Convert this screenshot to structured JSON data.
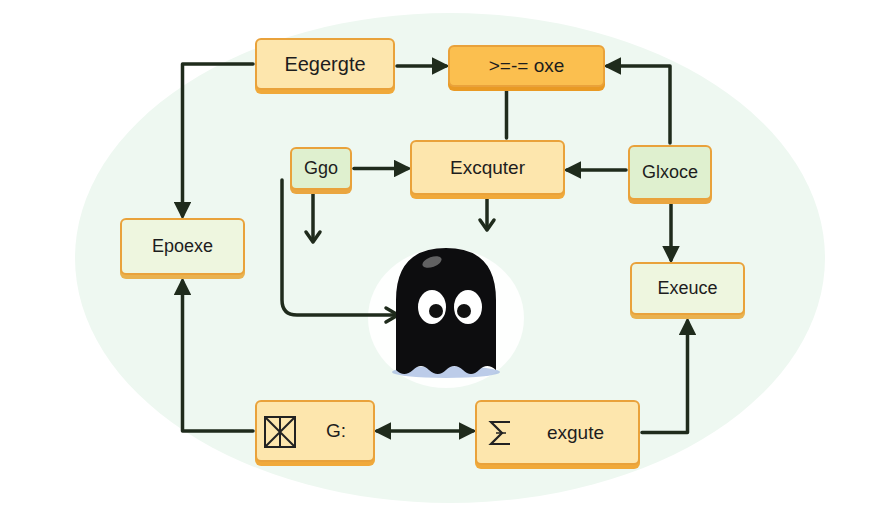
{
  "diagram": {
    "nodes": [
      {
        "text": [
          "Eegergte"
        ]
      },
      {
        "text": [
          ">=-= oxe"
        ]
      },
      {
        "text": [
          "Ggo"
        ]
      },
      {
        "text": [
          "Excquter"
        ]
      },
      {
        "text": [
          "Glxoce"
        ]
      },
      {
        "text": [
          "Epoexe"
        ]
      },
      {
        "text": [
          "Exeuce"
        ]
      },
      {
        "text": [
          "G:"
        ]
      },
      {
        "text": [
          "exgute"
        ]
      }
    ],
    "edges": [
      {
        "from": 0,
        "to": 1,
        "arrow": "to"
      },
      {
        "from": 0,
        "to": 5,
        "arrow": "to"
      },
      {
        "from": 1,
        "to": 3,
        "arrow": "none"
      },
      {
        "from": 2,
        "to": 3,
        "arrow": "to"
      },
      {
        "from": 4,
        "to": 3,
        "arrow": "to"
      },
      {
        "from": 4,
        "to": 1,
        "arrow": "to"
      },
      {
        "from": 4,
        "to": 6,
        "arrow": "to"
      },
      {
        "from": 8,
        "to": 6,
        "arrow": "to"
      },
      {
        "from": 7,
        "to": 8,
        "arrow": "both"
      },
      {
        "from": 7,
        "to": 5,
        "arrow": "to"
      }
    ]
  }
}
